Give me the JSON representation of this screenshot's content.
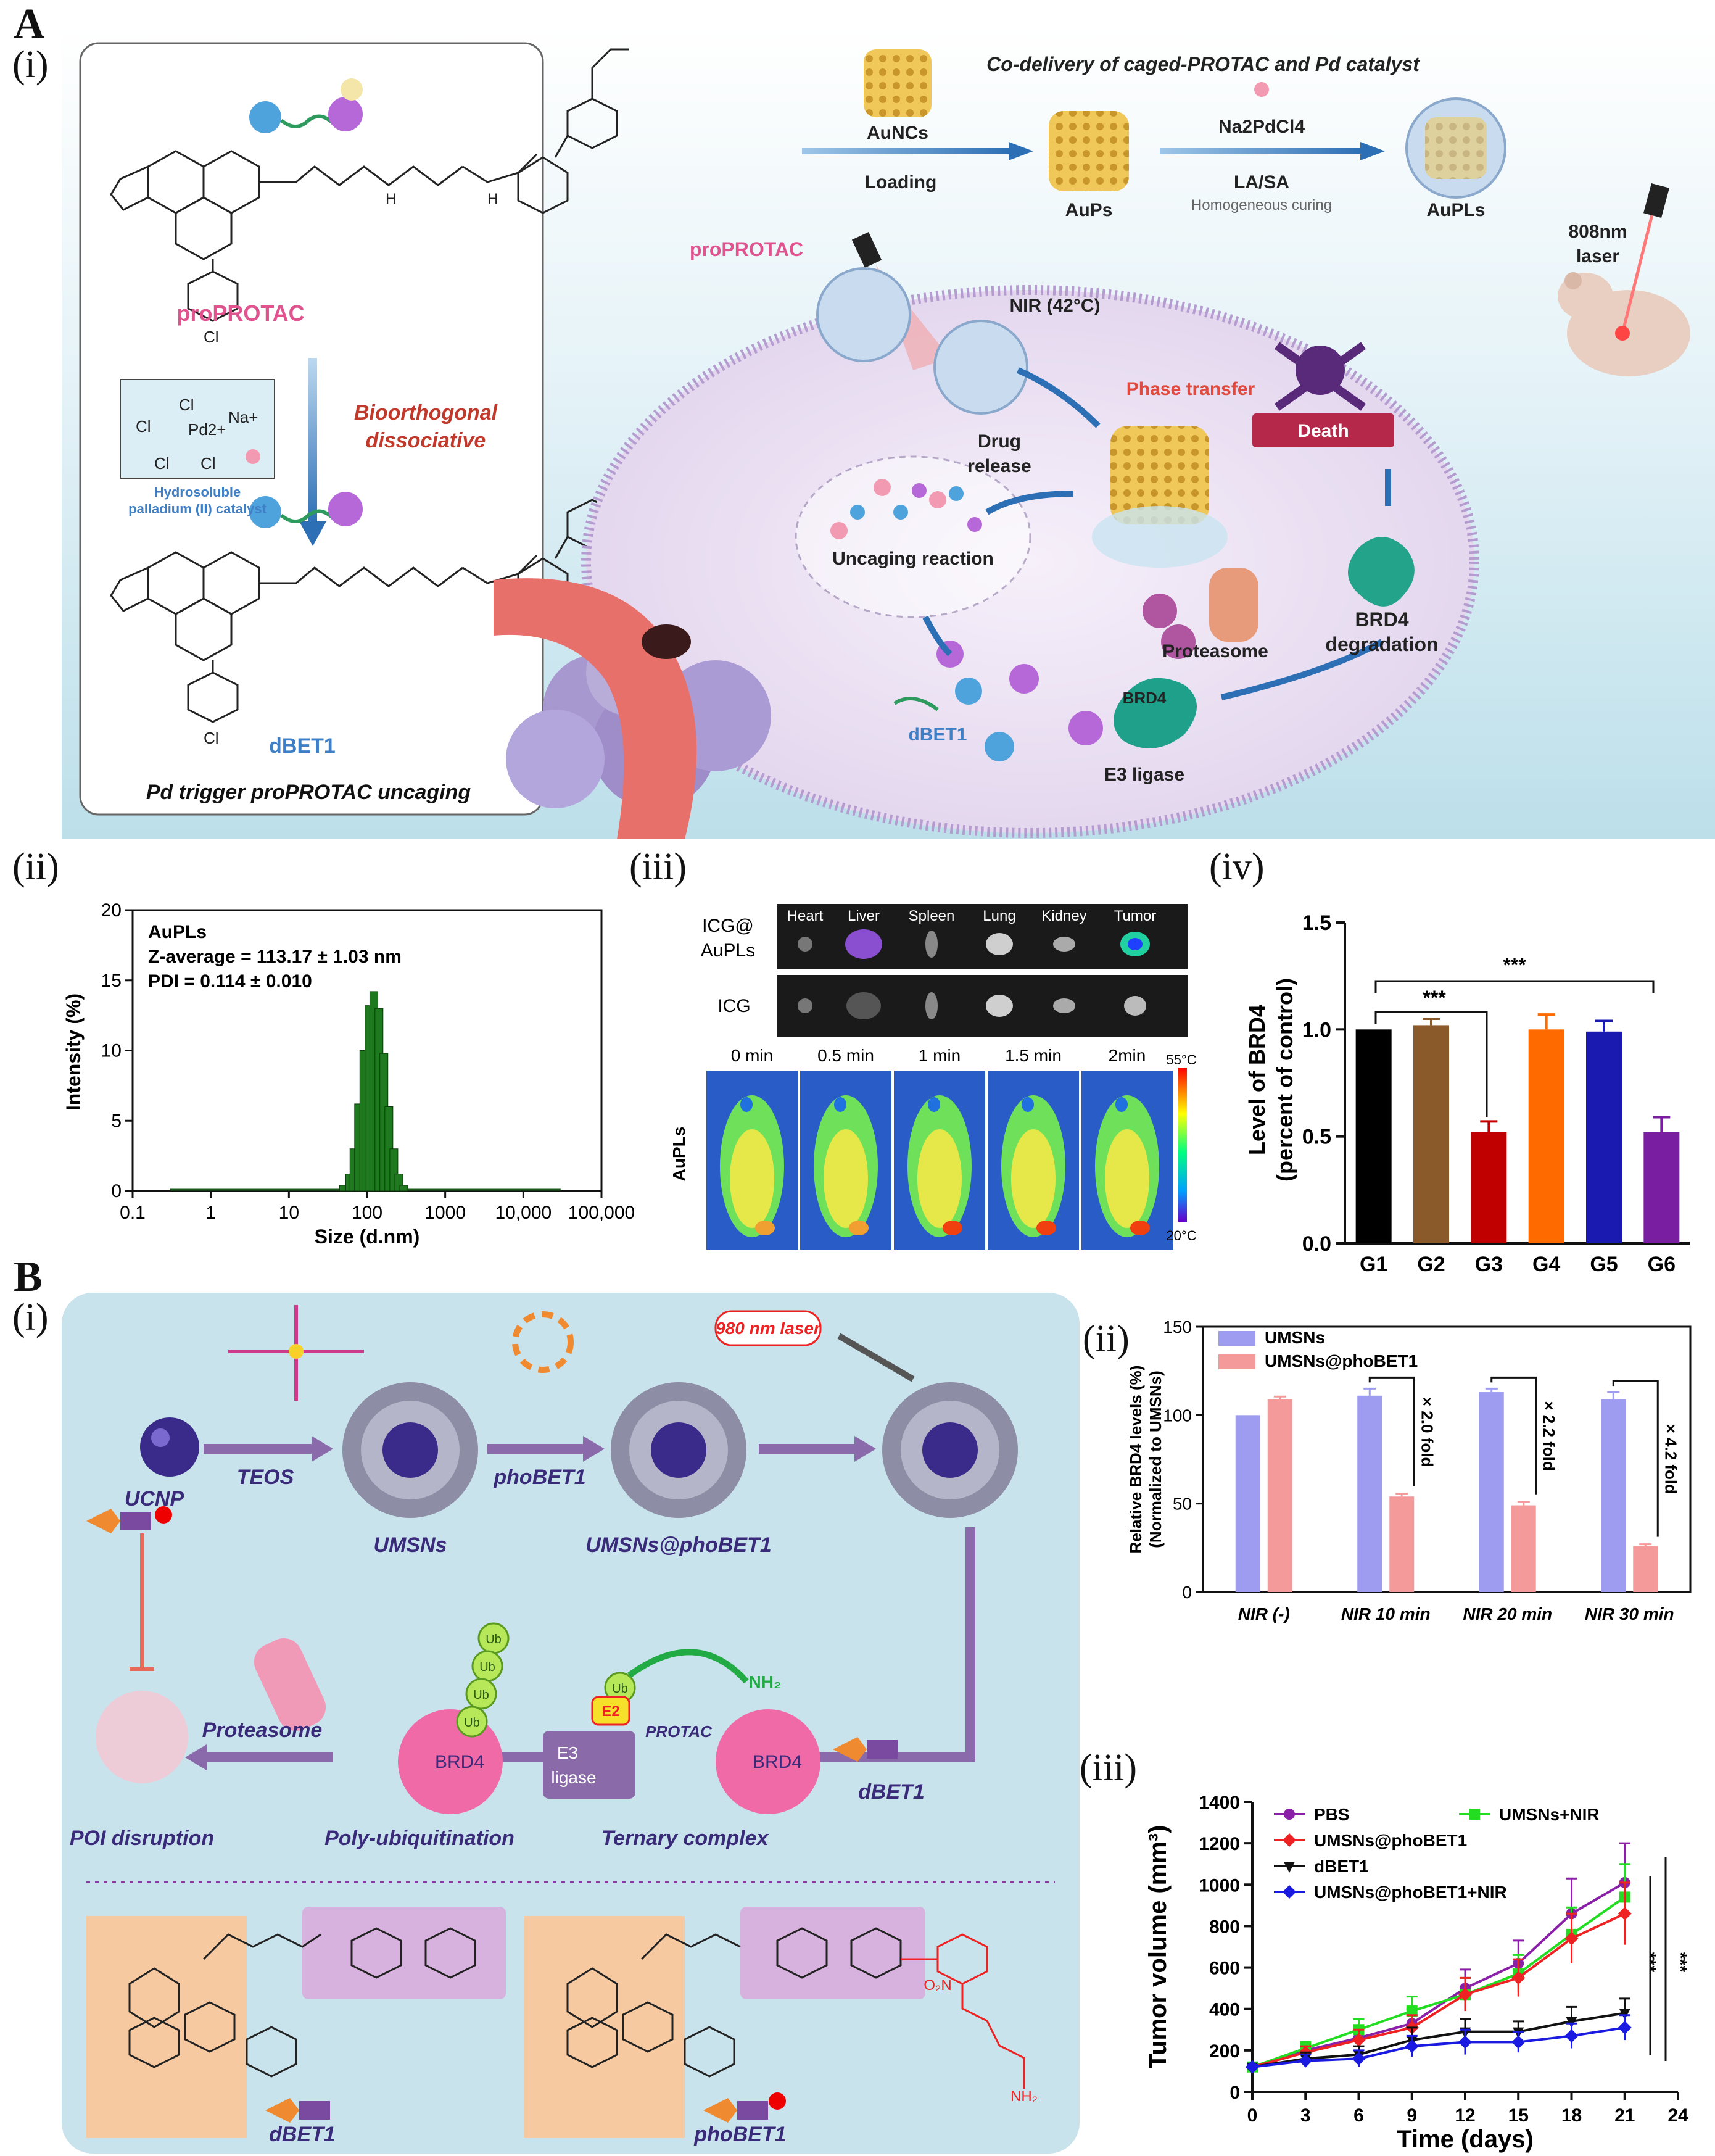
{
  "panels": {
    "A": "A",
    "B": "B",
    "Ai": "(i)",
    "Aii": "(ii)",
    "Aiii": "(iii)",
    "Aiv": "(iv)",
    "Bi": "(i)",
    "Bii": "(ii)",
    "Biii": "(iii)"
  },
  "A_i": {
    "left_box": {
      "proprotac": "proPROTAC",
      "bioorthogonal": "Bioorthogonal",
      "dissociative": "dissociative",
      "catalyst_caption_1": "Hydrosoluble",
      "catalyst_caption_2": "palladium (II) catalyst",
      "dbet1": "dBET1",
      "bottom": "Pd trigger proPROTAC uncaging",
      "cl": "Cl",
      "na": "Na+",
      "pd": "Pd2+"
    },
    "top_title": "Co-delivery of caged-PROTAC and Pd catalyst",
    "aunc": "AuNCs",
    "loading": "Loading",
    "aups": "AuPs",
    "na2pdcl4": "Na2PdCl4",
    "lasa": "LA/SA",
    "curing": "Homogeneous curing",
    "aupls": "AuPLs",
    "proprotac2": "proPROTAC",
    "laser": "808nm",
    "laser2": "laser",
    "nir": "NIR (42°C)",
    "phase": "Phase transfer",
    "drug": "Drug",
    "release": "release",
    "uncaging": "Uncaging reaction",
    "death": "Death",
    "brd4deg1": "BRD4",
    "brd4deg2": "degradation",
    "proteasome": "Proteasome",
    "brd4": "BRD4",
    "dbet1": "dBET1",
    "e3": "E3 ligase"
  },
  "A_ii": {
    "legend_title": "AuPLs",
    "zavg": "Z-average = 113.17 ± 1.03 nm",
    "pdi": "PDI = 0.114 ± 0.010",
    "xlabel": "Size (d.nm)",
    "ylabel": "Intensity (%)"
  },
  "A_iii": {
    "organs": [
      "Heart",
      "Liver",
      "Spleen",
      "Lung",
      "Kidney",
      "Tumor"
    ],
    "row1a": "ICG@",
    "row1b": "AuPLs",
    "row2": "ICG",
    "times": [
      "0 min",
      "0.5 min",
      "1 min",
      "1.5 min",
      "2min"
    ],
    "side": "AuPLs",
    "tmax": "55°C",
    "tmin": "20°C"
  },
  "A_iv": {
    "ylabel1": "Level of BRD4",
    "ylabel2": "(percent of control)",
    "sig1": "***",
    "sig2": "***"
  },
  "B_i": {
    "laser": "980 nm laser",
    "ucnp": "UCNP",
    "teos": "TEOS",
    "umsns": "UMSNs",
    "phobet1": "phoBET1",
    "umsns_pho": "UMSNs@phoBET1",
    "dbet1": "dBET1",
    "proteasome": "Proteasome",
    "brd4a": "BRD4",
    "brd4b": "BRD4",
    "e2": "E2",
    "e3": "E3",
    "ligase": "ligase",
    "protac": "PROTAC",
    "ub": "Ub",
    "nh2": "NH₂",
    "poi": "POI disruption",
    "polyub": "Poly-ubiquitination",
    "ternary": "Ternary complex",
    "dbet1_bottom": "dBET1",
    "phobet1_bottom": "phoBET1",
    "o2n": "O₂N",
    "nh2b": "NH₂"
  },
  "B_ii": {
    "ylabel1": "Relative BRD4 levels (%)",
    "ylabel2": "(Normalized to UMSNs)",
    "folds": [
      "× 2.0 fold",
      "× 2.2 fold",
      "× 4.2 fold"
    ]
  },
  "B_iii": {
    "ylabel": "Tumor volume (mm³)",
    "xlabel": "Time (days)",
    "sig1": "***",
    "sig2": "***"
  },
  "colors": {
    "bg_light_blue": "#cfe6ee",
    "cell_purple": "#ece3f2",
    "pink_label": "#e0538f",
    "blue_label": "#3f7fc6",
    "red_label": "#c0392b"
  },
  "chart_data": [
    {
      "id": "A_ii",
      "type": "bar",
      "xscale": "log",
      "xlim": [
        0.1,
        100000
      ],
      "ylim": [
        0,
        20
      ],
      "xticks": [
        "0.1",
        "1",
        "10",
        "100",
        "1000",
        "10,000",
        "100,000"
      ],
      "yticks": [
        "0",
        "5",
        "10",
        "15",
        "20"
      ],
      "xlabel": "Size (d.nm)",
      "ylabel": "Intensity (%)",
      "x": [
        50,
        60,
        68,
        78,
        91,
        106,
        122,
        142,
        164,
        190,
        220,
        255,
        295
      ],
      "values": [
        0.4,
        1.2,
        3.0,
        6.2,
        10.0,
        13.2,
        14.2,
        13.0,
        9.8,
        6.0,
        3.0,
        1.2,
        0.4
      ]
    },
    {
      "id": "A_iv",
      "type": "bar",
      "categories": [
        "G1",
        "G2",
        "G3",
        "G4",
        "G5",
        "G6"
      ],
      "values": [
        1.0,
        1.02,
        0.52,
        1.0,
        0.99,
        0.52
      ],
      "errors": [
        0.0,
        0.03,
        0.05,
        0.07,
        0.05,
        0.07
      ],
      "colors": [
        "#000000",
        "#8b5a2b",
        "#c00000",
        "#ff6a00",
        "#1a1ab0",
        "#7a1ea1"
      ],
      "ylim": [
        0,
        1.5
      ],
      "yticks": [
        "0.0",
        "0.5",
        "1.0",
        "1.5"
      ],
      "ylabel": "Level of BRD4 (percent of control)"
    },
    {
      "id": "B_ii",
      "type": "bar",
      "categories": [
        "NIR (-)",
        "NIR 10 min",
        "NIR 20 min",
        "NIR 30 min"
      ],
      "series": [
        {
          "name": "UMSNs",
          "values": [
            100,
            111,
            113,
            109
          ],
          "errors": [
            0,
            4,
            2,
            4
          ],
          "color": "#9d9cf0"
        },
        {
          "name": "UMSNs@phoBET1",
          "values": [
            109,
            54,
            49,
            26
          ],
          "errors": [
            1.5,
            1.5,
            2,
            1
          ],
          "color": "#f49a9a"
        }
      ],
      "ylim": [
        0,
        150
      ],
      "yticks": [
        "0",
        "50",
        "100",
        "150"
      ],
      "ylabel": "Relative BRD4 levels (%) (Normalized to UMSNs)"
    },
    {
      "id": "B_iii",
      "type": "line",
      "x": [
        0,
        3,
        6,
        9,
        12,
        15,
        18,
        21
      ],
      "xlim": [
        0,
        24
      ],
      "ylim": [
        0,
        1400
      ],
      "xticks": [
        "0",
        "3",
        "6",
        "9",
        "12",
        "15",
        "18",
        "21",
        "24"
      ],
      "yticks": [
        "0",
        "200",
        "400",
        "600",
        "800",
        "1000",
        "1200",
        "1400"
      ],
      "xlabel": "Time (days)",
      "ylabel": "Tumor volume (mm³)",
      "series": [
        {
          "name": "PBS",
          "values": [
            120,
            200,
            260,
            330,
            500,
            620,
            860,
            1010
          ],
          "errors": [
            10,
            30,
            50,
            70,
            90,
            110,
            170,
            190
          ],
          "color": "#8a1fa8",
          "marker": "circle"
        },
        {
          "name": "UMSNs+NIR",
          "values": [
            120,
            210,
            300,
            390,
            470,
            570,
            760,
            940
          ],
          "errors": [
            10,
            30,
            50,
            70,
            80,
            90,
            130,
            160
          ],
          "color": "#22dd22",
          "marker": "square"
        },
        {
          "name": "UMSNs@phoBET1",
          "values": [
            120,
            190,
            250,
            310,
            470,
            550,
            740,
            860
          ],
          "errors": [
            10,
            30,
            50,
            60,
            80,
            90,
            120,
            150
          ],
          "color": "#ee2222",
          "marker": "diamond"
        },
        {
          "name": "dBET1",
          "values": [
            120,
            160,
            180,
            250,
            290,
            290,
            340,
            380
          ],
          "errors": [
            10,
            30,
            40,
            60,
            60,
            50,
            70,
            70
          ],
          "color": "#111111",
          "marker": "triangle-down"
        },
        {
          "name": "UMSNs@phoBET1+NIR",
          "values": [
            120,
            150,
            160,
            220,
            240,
            240,
            270,
            310
          ],
          "errors": [
            10,
            30,
            40,
            50,
            60,
            50,
            60,
            60
          ],
          "color": "#1a1ae0",
          "marker": "diamond"
        }
      ]
    }
  ]
}
